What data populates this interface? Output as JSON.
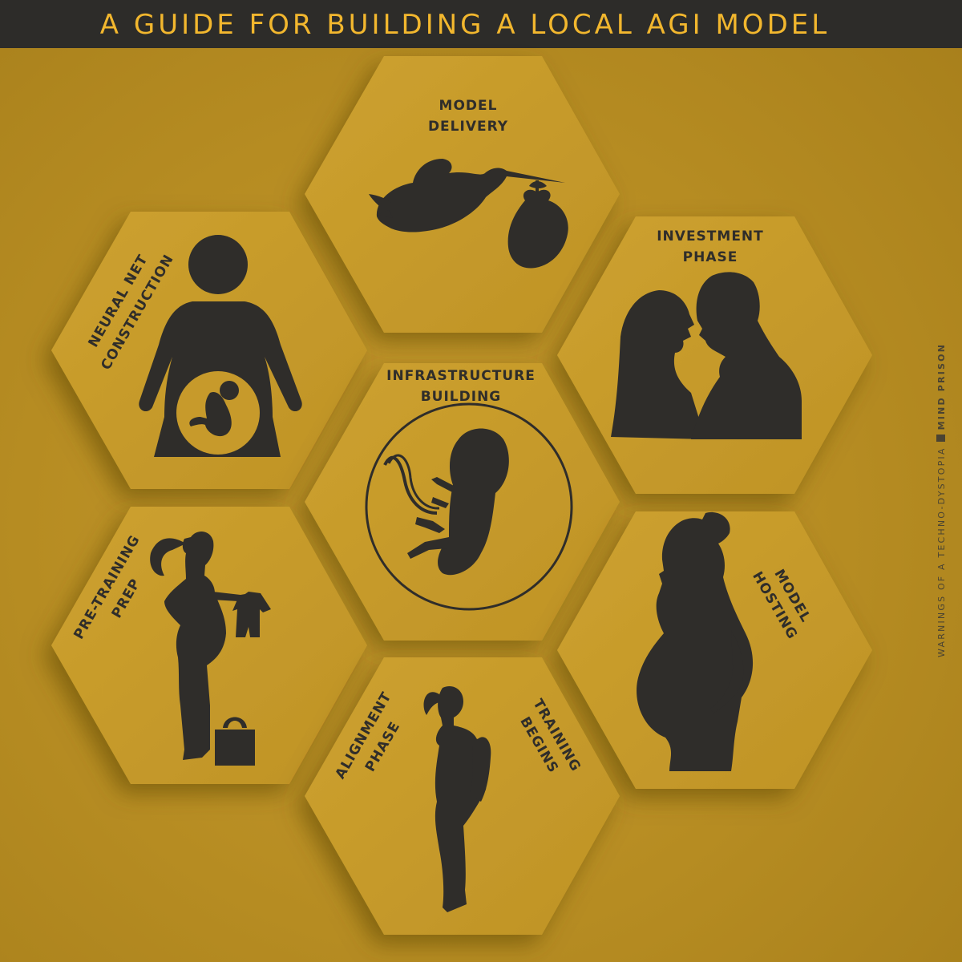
{
  "title": "A GUIDE FOR BUILDING A LOCAL AGI MODEL",
  "side_note": {
    "line_a": "WARNINGS OF A TECHNO-DYSTOPIA",
    "line_b": "MIND PRISON"
  },
  "hexagons": {
    "top": {
      "label_1": "MODEL",
      "label_2": "DELIVERY",
      "icon": "stork-carrying-baby-icon"
    },
    "upper_right": {
      "label_1": "INVESTMENT",
      "label_2": "PHASE",
      "icon": "couple-kissing-icon"
    },
    "upper_left": {
      "label_1": "NEURAL NET",
      "label_2": "CONSTRUCTION",
      "icon": "pregnant-woman-symbol-icon"
    },
    "center": {
      "label_1": "INFRASTRUCTURE",
      "label_2": "BUILDING",
      "icon": "fetus-in-womb-icon"
    },
    "lower_left": {
      "label_1": "PRE-TRAINING",
      "label_2": "PREP",
      "icon": "expectant-mother-shopping-icon"
    },
    "lower_right": {
      "label_1": "MODEL",
      "label_2": "HOSTING",
      "icon": "pregnant-woman-profile-icon"
    },
    "bottom": {
      "left_1": "ALIGNMENT",
      "left_2": "PHASE",
      "right_1": "TRAINING",
      "right_2": "BEGINS",
      "icon": "mother-holding-baby-icon"
    }
  },
  "colors": {
    "background": "#b98f22",
    "hex_fill": "#c79a2b",
    "silhouette": "#2f2d2a",
    "title_bar": "#2d2c29",
    "title_text": "#f2b72e"
  }
}
